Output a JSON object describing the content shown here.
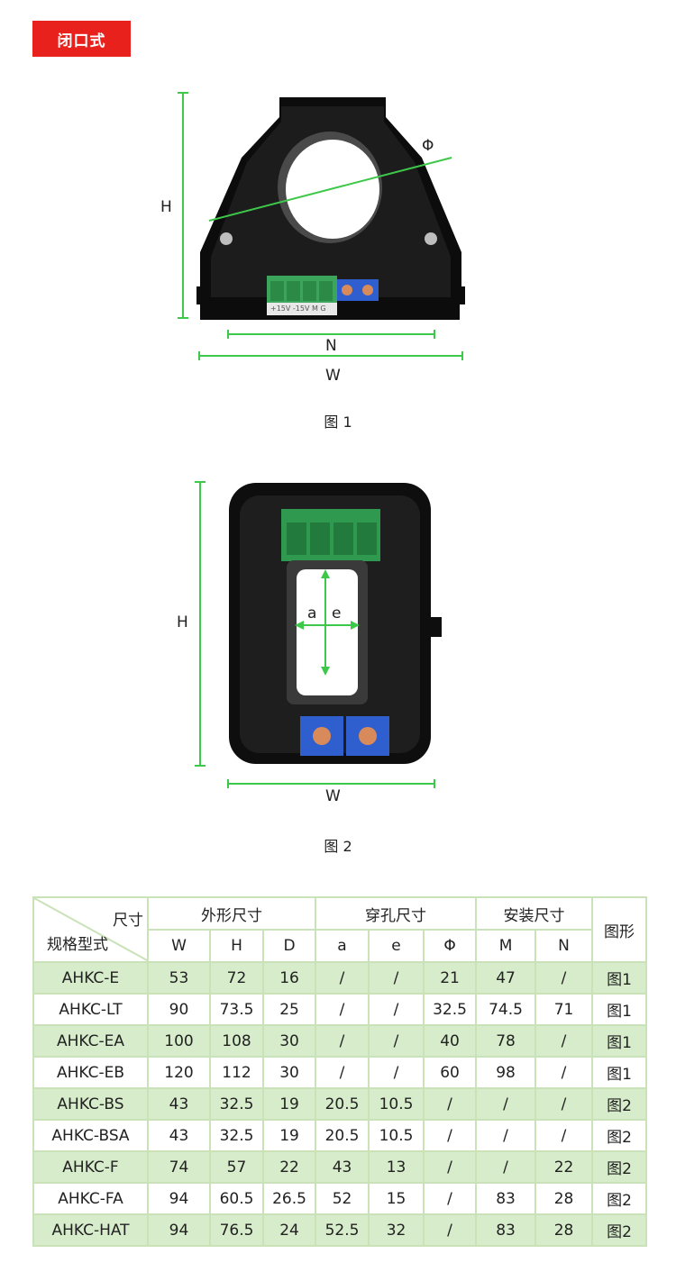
{
  "tag": "闭口式",
  "figure1": {
    "caption": "图 1",
    "labels": {
      "h": "H",
      "n": "N",
      "w": "W",
      "phi": "Φ"
    },
    "terminal_text": "+15V -15V M G"
  },
  "figure2": {
    "caption": "图 2",
    "labels": {
      "h": "H",
      "w": "W",
      "a": "a",
      "e": "e"
    }
  },
  "table": {
    "corner_top": "尺寸",
    "corner_bottom": "规格型式",
    "groups": [
      "外形尺寸",
      "穿孔尺寸",
      "安装尺寸"
    ],
    "figure_header": "图形",
    "sub_headers": [
      "W",
      "H",
      "D",
      "a",
      "e",
      "Φ",
      "M",
      "N"
    ],
    "rows": [
      [
        "AHKC-E",
        "53",
        "72",
        "16",
        "/",
        "/",
        "21",
        "47",
        "/",
        "图1"
      ],
      [
        "AHKC-LT",
        "90",
        "73.5",
        "25",
        "/",
        "/",
        "32.5",
        "74.5",
        "71",
        "图1"
      ],
      [
        "AHKC-EA",
        "100",
        "108",
        "30",
        "/",
        "/",
        "40",
        "78",
        "/",
        "图1"
      ],
      [
        "AHKC-EB",
        "120",
        "112",
        "30",
        "/",
        "/",
        "60",
        "98",
        "/",
        "图1"
      ],
      [
        "AHKC-BS",
        "43",
        "32.5",
        "19",
        "20.5",
        "10.5",
        "/",
        "/",
        "/",
        "图2"
      ],
      [
        "AHKC-BSA",
        "43",
        "32.5",
        "19",
        "20.5",
        "10.5",
        "/",
        "/",
        "/",
        "图2"
      ],
      [
        "AHKC-F",
        "74",
        "57",
        "22",
        "43",
        "13",
        "/",
        "/",
        "22",
        "图2"
      ],
      [
        "AHKC-FA",
        "94",
        "60.5",
        "26.5",
        "52",
        "15",
        "/",
        "83",
        "28",
        "图2"
      ],
      [
        "AHKC-HAT",
        "94",
        "76.5",
        "24",
        "52.5",
        "32",
        "/",
        "83",
        "28",
        "图2"
      ]
    ]
  },
  "colors": {
    "accent": "#e8211c",
    "dimension_line": "#3ec84a",
    "row_alt": "#d6ecca",
    "border": "#c9e2b8"
  }
}
